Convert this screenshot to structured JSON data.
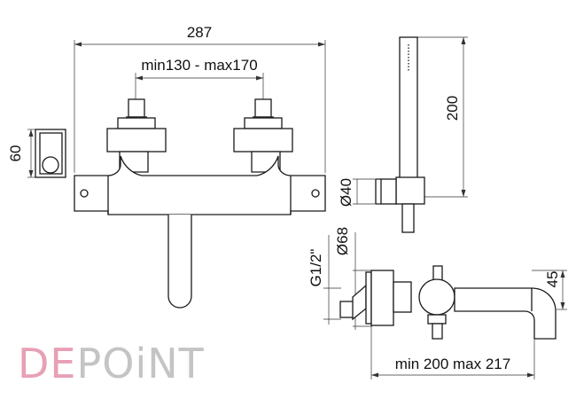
{
  "dimensions": {
    "overall_width": "287",
    "spacing": "min130 - max170",
    "height_side": "60",
    "hand_shower_length": "200",
    "hand_shower_diameter": "Ø40",
    "wall_plate_diameter": "Ø68",
    "thread": "G1/2\"",
    "spout_height": "45",
    "projection": "min 200 max 217"
  },
  "logo": {
    "part1": "DE",
    "part2": "POiNT",
    "color1": "#e8a0b4",
    "color2": "#c4c4c4"
  },
  "colors": {
    "line": "#1a1a1a",
    "dimension": "#333333"
  }
}
